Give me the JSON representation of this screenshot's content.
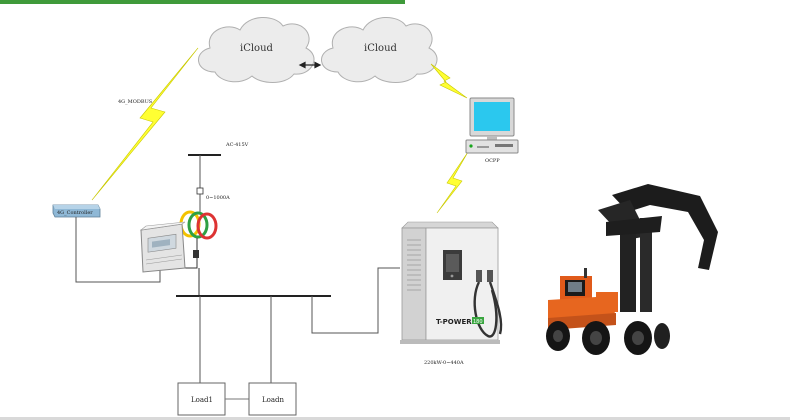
{
  "colors": {
    "accent_bar": "#3f9a3a",
    "bolt": "#ffff33",
    "line": "#555555"
  },
  "clouds": [
    {
      "label": "iCloud"
    },
    {
      "label": "iCloud"
    }
  ],
  "labels": {
    "link_4g": "4G_MODBUS",
    "controller": "4G_Controller",
    "ac_bus": "AC-415V",
    "ct": "0~1000A",
    "ocpp": "OCPP",
    "charger_spec": "220kW-0~440A"
  },
  "charger": {
    "brand": "T-POWER",
    "brand_badge": "180"
  },
  "loads": [
    {
      "label": "Load1"
    },
    {
      "label": "Loadn"
    }
  ],
  "icons": [
    "cloud-icon",
    "computer-icon",
    "lightning-icon",
    "energy-meter-icon",
    "current-transformer-icon",
    "ev-charger-icon",
    "reach-stacker-icon"
  ]
}
